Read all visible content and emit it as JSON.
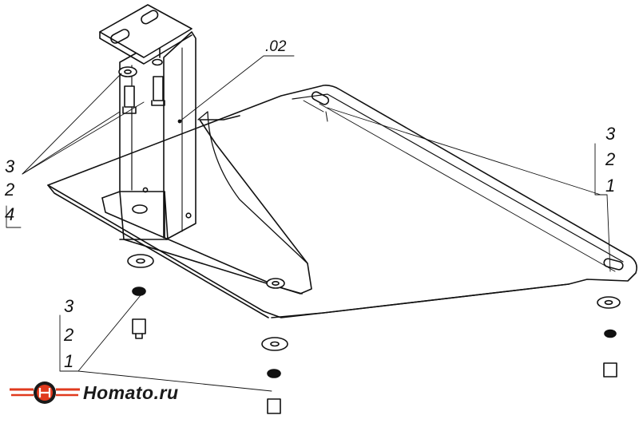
{
  "part_label": ".02",
  "callouts": {
    "left": [
      "3",
      "2",
      "4"
    ],
    "right": [
      "3",
      "2",
      "1"
    ],
    "bottom_left": [
      "3",
      "2",
      "1"
    ]
  },
  "brand": {
    "name": "Homato.ru",
    "accent": "#e03a1e",
    "dark": "#1a1a1a"
  }
}
